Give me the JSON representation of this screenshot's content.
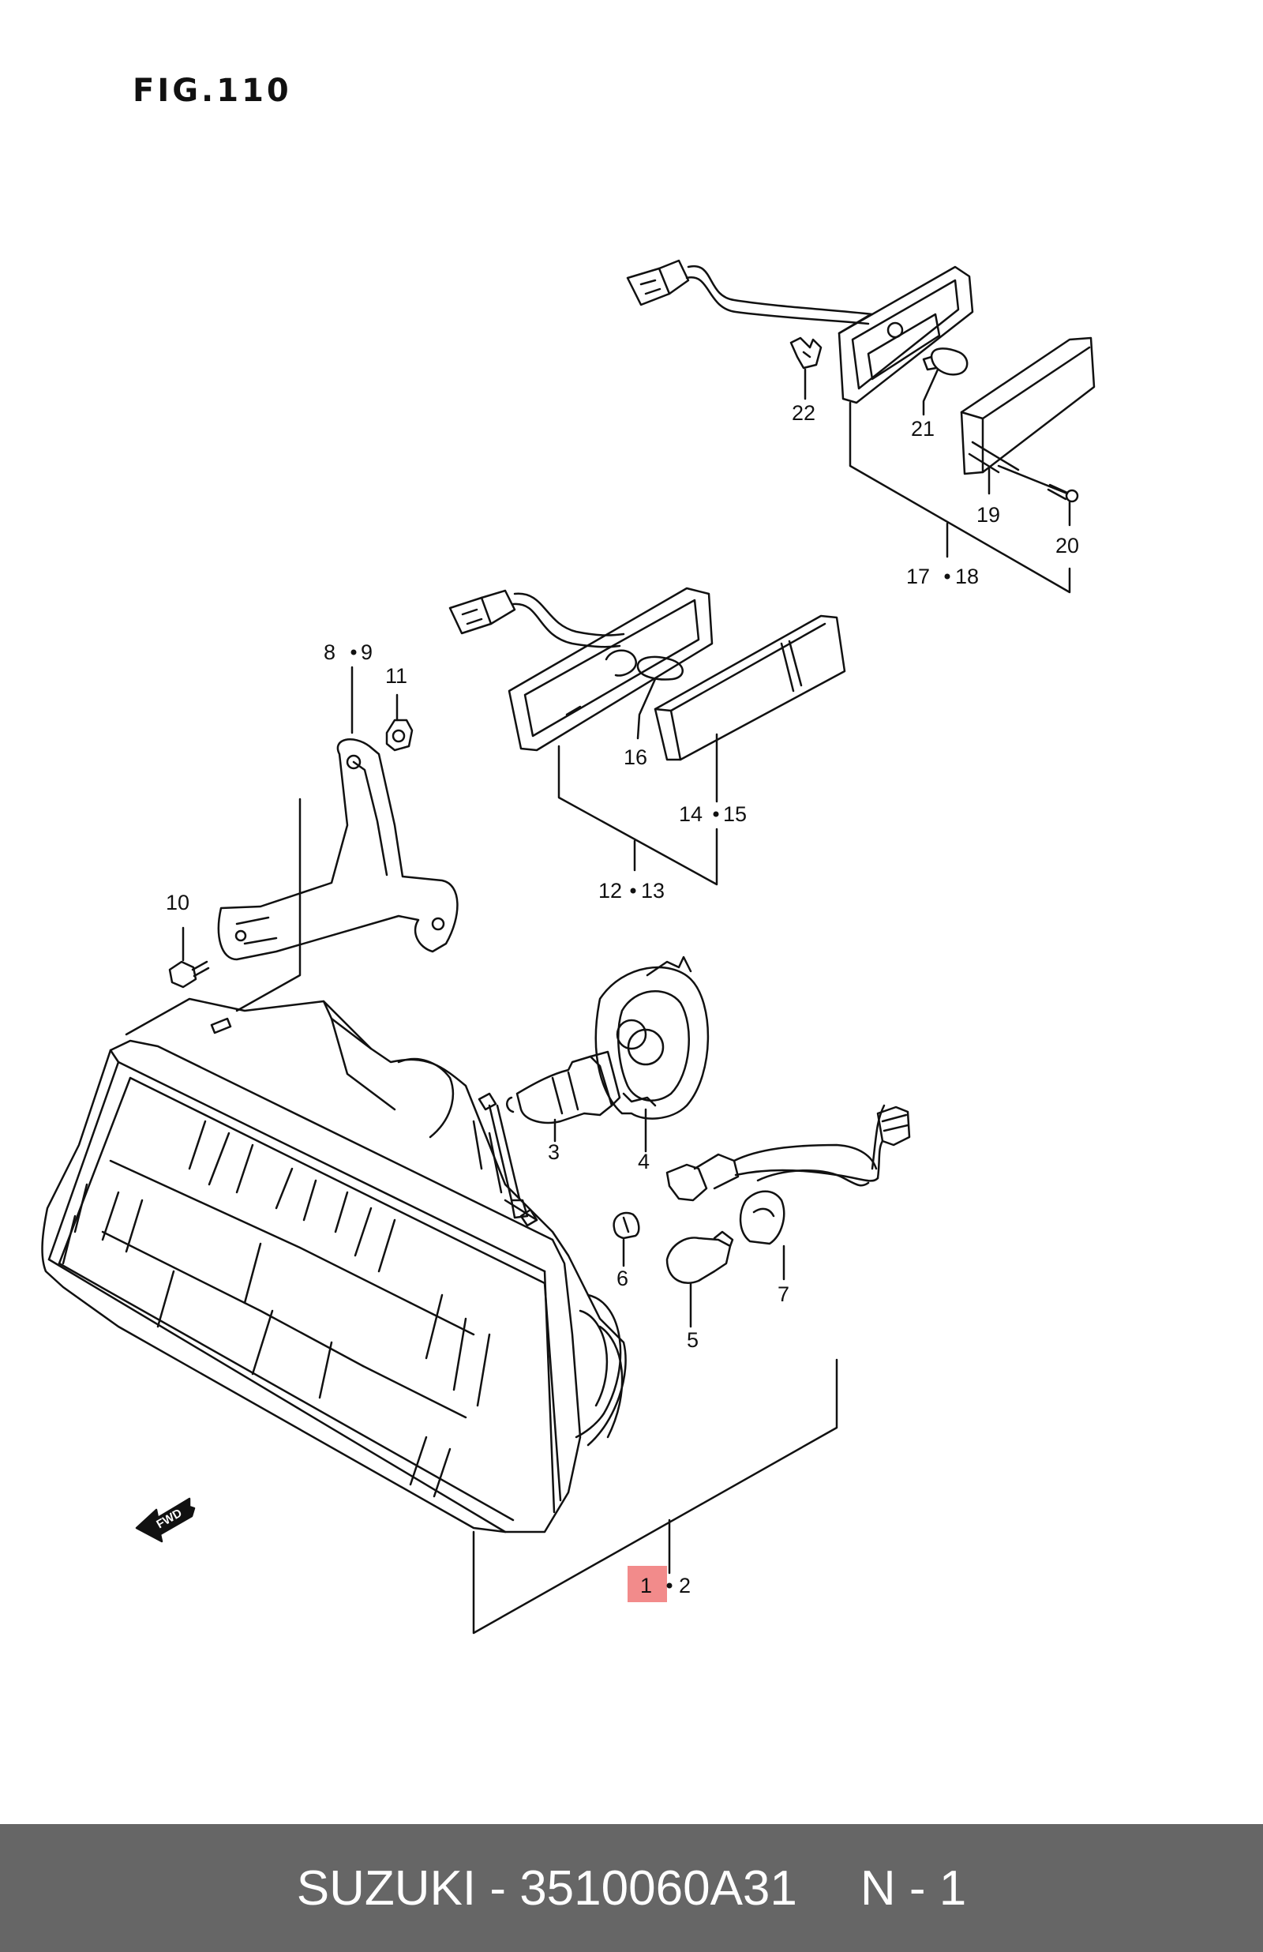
{
  "figure": {
    "title": "FIG.110"
  },
  "callouts": {
    "c1": "1",
    "c2": "2",
    "c3": "3",
    "c4": "4",
    "c5": "5",
    "c6": "6",
    "c7": "7",
    "c8": "8",
    "c9": "9",
    "c10": "10",
    "c11": "11",
    "c12": "12",
    "c13": "13",
    "c14": "14",
    "c15": "15",
    "c16": "16",
    "c17": "17",
    "c18": "18",
    "c19": "19",
    "c20": "20",
    "c21": "21",
    "c22": "22",
    "fwd": "FWD"
  },
  "highlight": {
    "callout": "1",
    "color": "#f28b8b"
  },
  "footer": {
    "part_label": "SUZUKI - 3510060A31",
    "qty_label": "N - 1"
  },
  "colors": {
    "footer_bg": "#666666",
    "line": "#111111"
  }
}
